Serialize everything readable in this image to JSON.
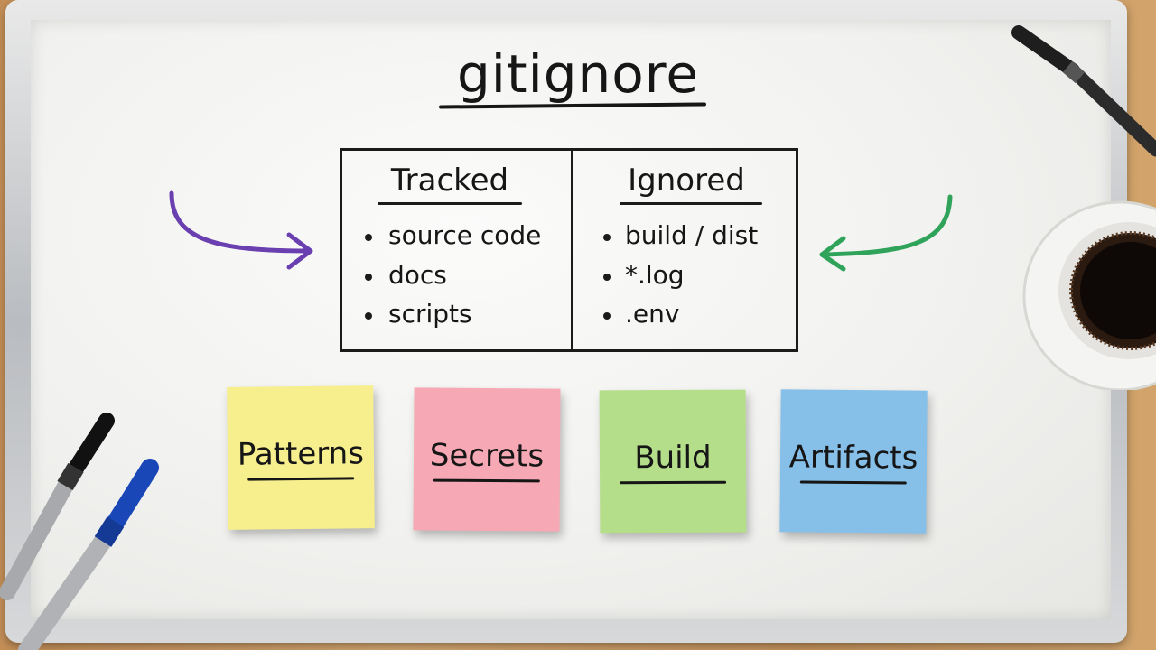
{
  "whiteboard": {
    "title": "gitignore",
    "columns": [
      {
        "heading": "Tracked",
        "items": [
          "source code",
          "docs",
          "scripts"
        ]
      },
      {
        "heading": "Ignored",
        "items": [
          "build / dist",
          "*.log",
          ".env"
        ]
      }
    ],
    "arrows": [
      {
        "side": "left",
        "color": "#6a3fb0"
      },
      {
        "side": "right",
        "color": "#2fa35a"
      }
    ]
  },
  "sticky_notes": [
    {
      "label": "Patterns",
      "color": "#f7ef8e"
    },
    {
      "label": "Secrets",
      "color": "#f6a9b5"
    },
    {
      "label": "Build",
      "color": "#b5de8a"
    },
    {
      "label": "Artifacts",
      "color": "#86bfe8"
    }
  ],
  "props": {
    "markers": [
      "black-marker",
      "blue-marker",
      "black-marker-top"
    ],
    "cup": "coffee-cup"
  }
}
